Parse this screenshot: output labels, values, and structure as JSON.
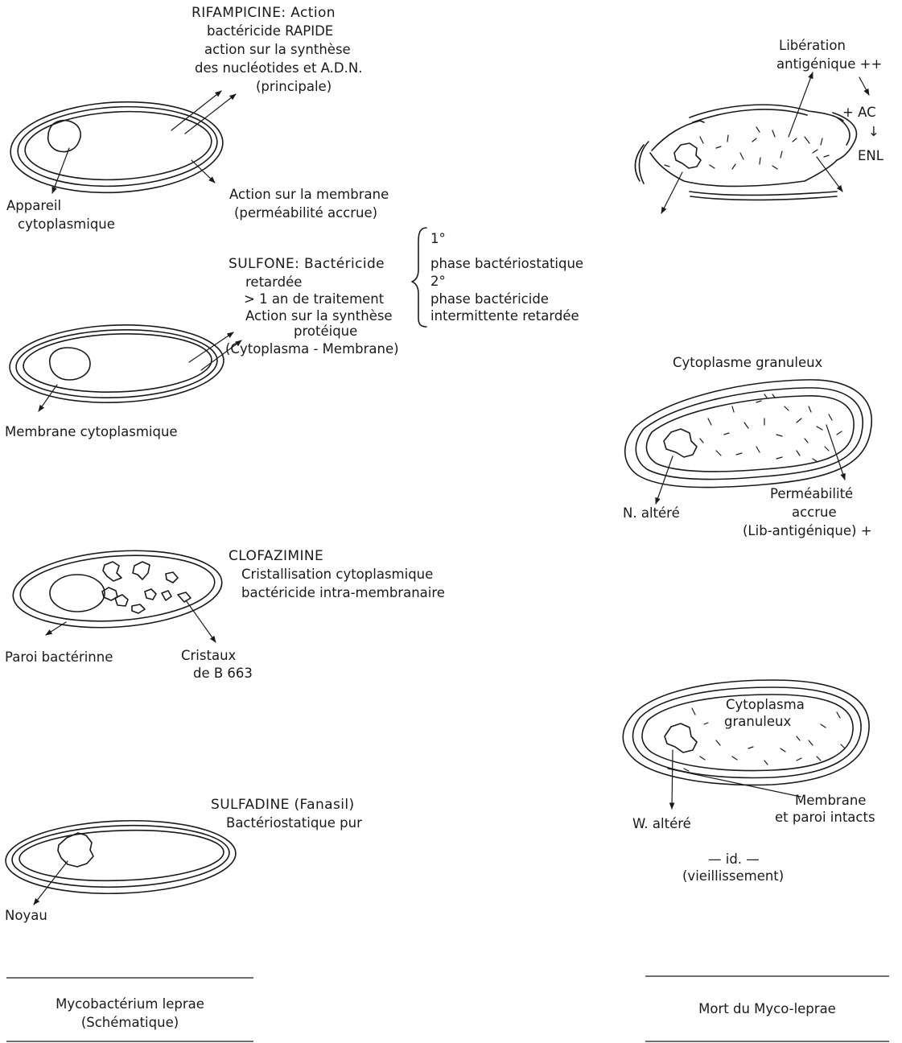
{
  "left": {
    "rifampicine": {
      "l1": "RIFAMPICINE: Action",
      "l2": "bactéricide RAPIDE",
      "l3": "action sur la synthèse",
      "l4": "des nucléotides et A.D.N.",
      "l5": "(principale)",
      "appareil_1": "Appareil",
      "appareil_2": "cytoplasmique",
      "membrane_1": "Action sur la membrane",
      "membrane_2": "(perméabilité accrue)"
    },
    "sulfone": {
      "l1": "SULFONE: Bactéricide",
      "l2": "retardée",
      "l3": "> 1 an de traitement",
      "l4": "Action sur la synthèse",
      "l5": "protéique",
      "l6": "(Cytoplasma - Membrane)",
      "phase1_num": "1°",
      "phase1": "phase bactériostatique",
      "phase2_num": "2°",
      "phase2_a": "phase bactéricide",
      "phase2_b": "intermittente retardée",
      "membrane": "Membrane cytoplasmique"
    },
    "clofazimine": {
      "l1": "CLOFAZIMINE",
      "l2": "Cristallisation cytoplasmique",
      "l3": "bactéricide intra-membranaire",
      "paroi": "Paroi bactérinne",
      "cristaux_1": "Cristaux",
      "cristaux_2": "de B 663"
    },
    "sulfadine": {
      "l1": "SULFADINE (Fanasil)",
      "l2": "Bactériostatique pur",
      "noyau": "Noyau"
    },
    "footer_1": "Mycobactérium leprae",
    "footer_2": "(Schématique)"
  },
  "right": {
    "top": {
      "liberation_1": "Libération",
      "liberation_2": "antigénique ++",
      "ac": "+ AC",
      "arrow": "↓",
      "enl": "ENL"
    },
    "middle": {
      "title": "Cytoplasme granuleux",
      "n_altere": "N. altéré",
      "perm_1": "Perméabilité",
      "perm_2": "accrue",
      "perm_3": "(Lib-antigénique) +"
    },
    "bottom": {
      "cyto_1": "Cytoplasma",
      "cyto_2": "granuleux",
      "membrane_1": "Membrane",
      "membrane_2": "et paroi intacts",
      "w_altere": "W. altéré",
      "id": "— id. —",
      "vieill": "(vieillissement)"
    },
    "footer": "Mort du Myco-leprae"
  }
}
